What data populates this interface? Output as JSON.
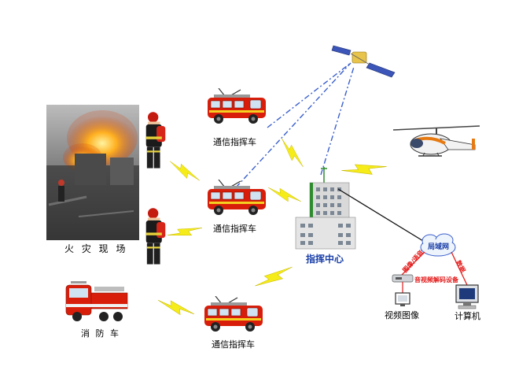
{
  "labels": {
    "fire_scene": "火 灾 现 场",
    "comm_vehicle_top": "通信指挥车",
    "comm_vehicle_mid": "通信指挥车",
    "comm_vehicle_bottom": "通信指挥车",
    "fire_truck": "消 防 车",
    "command_center": "指挥中心",
    "lan": "局域网",
    "image_voice": "图像/语音",
    "data": "数据",
    "av_decoder": "音视频解码设备",
    "video_image": "视频图像",
    "computer": "计算机"
  },
  "colors": {
    "truck_red": "#d81e0a",
    "bolt_yellow": "#f5ec1a",
    "dashed_blue": "#3a5fcd",
    "hq_blue": "#1a3fa8",
    "link_red": "#e31b1b"
  },
  "icons": {
    "satellite": "satellite-icon",
    "helicopter": "helicopter-icon",
    "building": "building-icon",
    "firefighter": "firefighter-icon",
    "fire_truck": "fire-truck-icon",
    "comm_vehicle": "comm-vehicle-icon",
    "cloud": "cloud-icon",
    "decoder": "decoder-icon",
    "monitor": "monitor-icon",
    "bolt": "lightning-icon"
  }
}
